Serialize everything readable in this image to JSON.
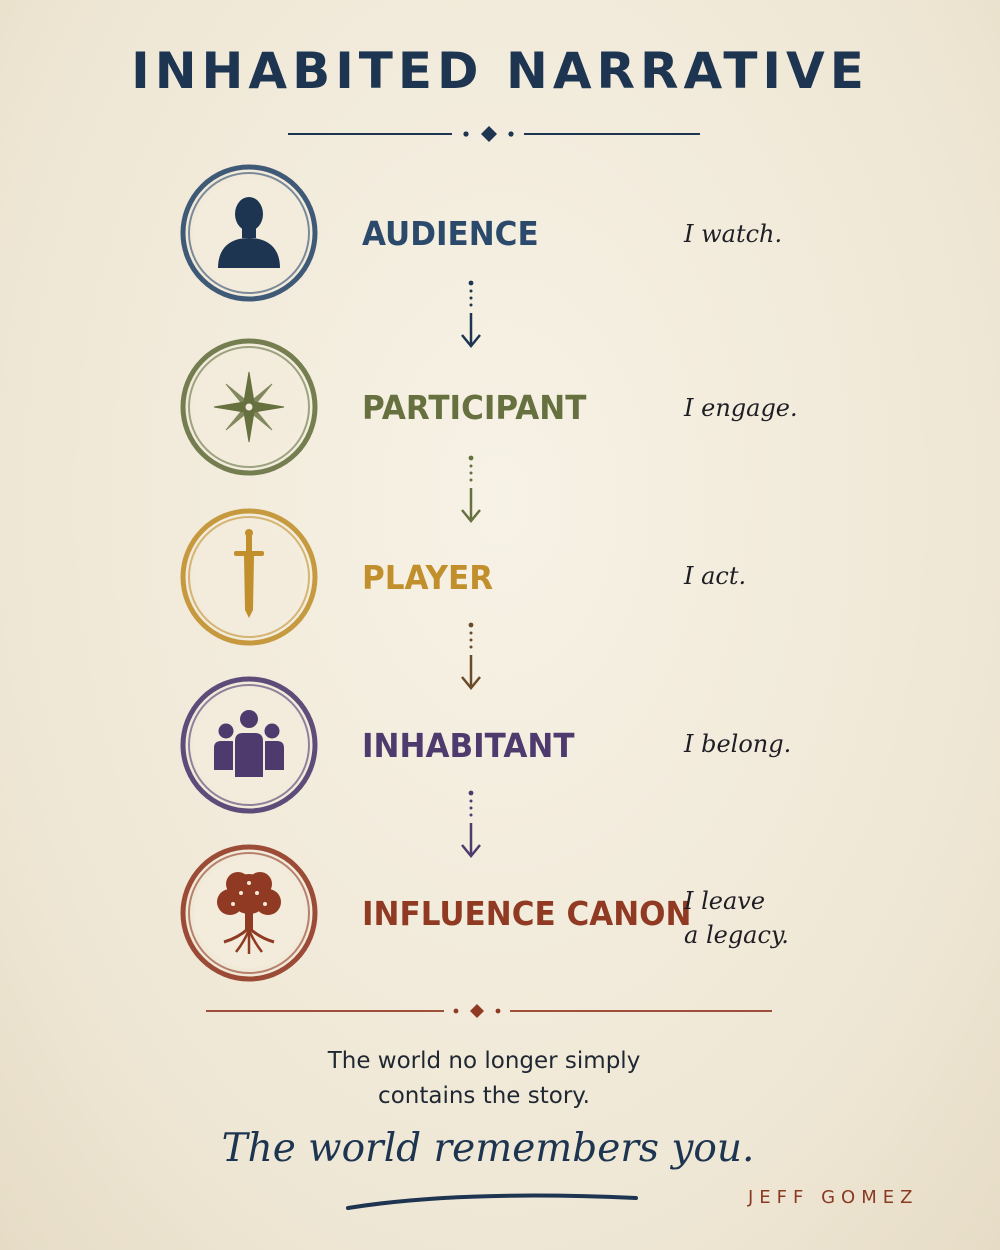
{
  "title": "INHABITED NARRATIVE",
  "colors": {
    "navy": "#1d3550",
    "olive": "#66713f",
    "gold": "#c1902c",
    "purple": "#4f3a6e",
    "rust": "#913a23"
  },
  "stages": [
    {
      "name": "AUDIENCE",
      "motto": [
        "I watch."
      ],
      "icon": "person-silhouette-icon",
      "color": "#2b4a6b"
    },
    {
      "name": "PARTICIPANT",
      "motto": [
        "I engage."
      ],
      "icon": "compass-star-icon",
      "color": "#66713f"
    },
    {
      "name": "PLAYER",
      "motto": [
        "I act."
      ],
      "icon": "sword-icon",
      "color": "#c1902c"
    },
    {
      "name": "INHABITANT",
      "motto": [
        "I belong."
      ],
      "icon": "group-people-icon",
      "color": "#4f3a6e"
    },
    {
      "name": "INFLUENCE CANON",
      "motto": [
        "I leave",
        "a legacy."
      ],
      "icon": "tree-icon",
      "color": "#913a23"
    }
  ],
  "footer": {
    "line1": "The world no longer simply",
    "line2": "contains the story.",
    "script": "The world remembers you.",
    "author": "JEFF GOMEZ"
  }
}
